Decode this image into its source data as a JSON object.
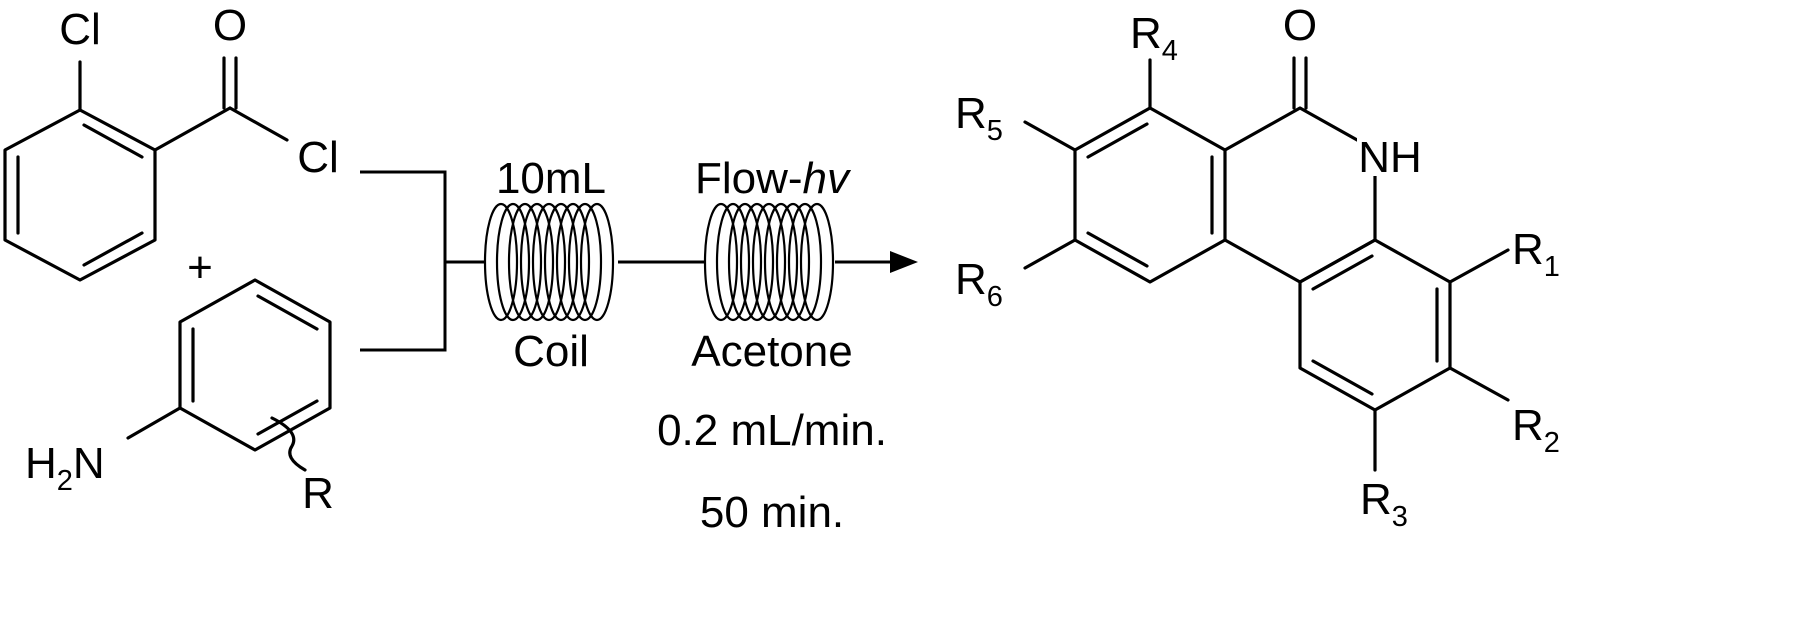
{
  "reactant_1": {
    "atoms": {
      "cl_ring": "Cl",
      "oxygen": "O",
      "cl_acyl": "Cl"
    }
  },
  "plus": "+",
  "reactant_2": {
    "amine": {
      "main": "H",
      "sub": "2",
      "rest": "N"
    },
    "substituent": "R"
  },
  "reactor_1": {
    "top_label": "10mL",
    "bottom_label": "Coil"
  },
  "reactor_2": {
    "top_label_main": "Flow-",
    "top_label_italic": "hv",
    "bottom_label": "Acetone",
    "flow_rate": "0.2 mL/min.",
    "time": "50 min."
  },
  "product": {
    "oxygen": "O",
    "nh": "NH",
    "substituents": {
      "r1": {
        "main": "R",
        "sub": "1"
      },
      "r2": {
        "main": "R",
        "sub": "2"
      },
      "r3": {
        "main": "R",
        "sub": "3"
      },
      "r4": {
        "main": "R",
        "sub": "4"
      },
      "r5": {
        "main": "R",
        "sub": "5"
      },
      "r6": {
        "main": "R",
        "sub": "6"
      }
    }
  }
}
